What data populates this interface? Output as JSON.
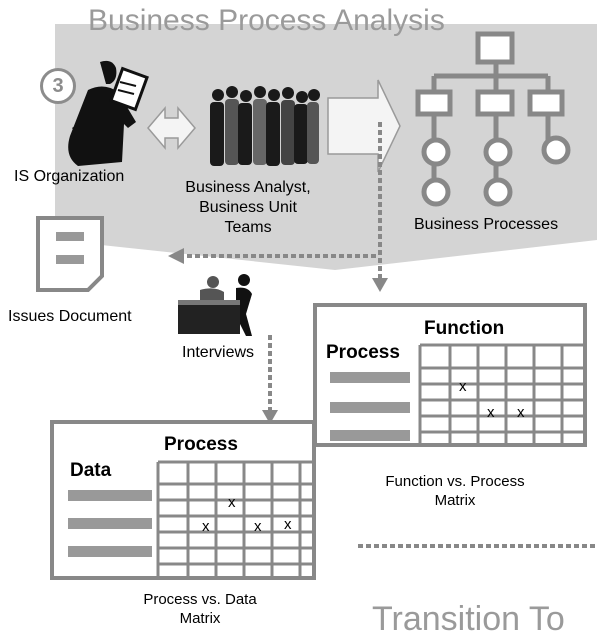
{
  "title": "Business Process Analysis",
  "step_number": "3",
  "actors": {
    "is_org": "IS Organization",
    "analyst_line1": "Business Analyst,",
    "analyst_line2": "Business Unit",
    "analyst_line3": "Teams",
    "processes": "Business Processes",
    "issues": "Issues Document",
    "interviews": "Interviews"
  },
  "function_matrix": {
    "col_header": "Function",
    "row_header": "Process",
    "cell_mark": "x",
    "caption_line1": "Function vs. Process",
    "caption_line2": "Matrix"
  },
  "data_matrix": {
    "col_header": "Process",
    "row_header": "Data",
    "cell_mark": "x",
    "caption_line1": "Process vs. Data",
    "caption_line2": "Matrix"
  },
  "bottom_title": "Transition To"
}
